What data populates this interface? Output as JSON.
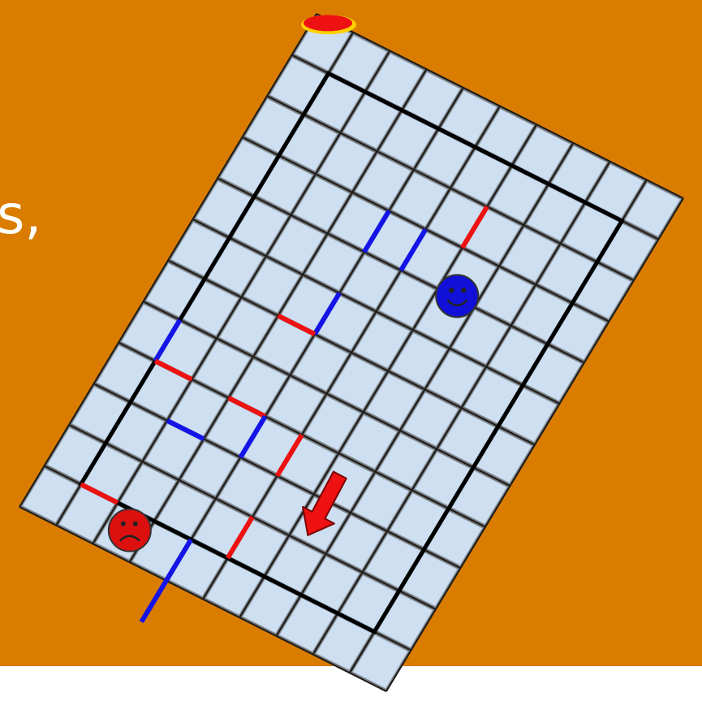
{
  "overlay_text": "s,",
  "board": {
    "columns": 10,
    "rows": 12,
    "cell_color": "#cddff0",
    "grid_line_color": "#1a1a1a",
    "frame_color": "#777777",
    "inner_border_color": "#000000",
    "blue_wall_color": "#1414e6",
    "red_wall_color": "#ee1111"
  },
  "pieces": {
    "player": {
      "kind": "blue-smiley-face",
      "color": "#1010d8"
    },
    "enemy": {
      "kind": "red-frowny-face",
      "color": "#dd1010"
    },
    "arrow": {
      "kind": "down-left-arrow",
      "color": "#ee1111"
    },
    "corner_flame": {
      "kind": "flame-icon",
      "color": "#ee1111"
    }
  },
  "colors": {
    "background": "#d97c00",
    "bottom_strip": "#ffffff"
  }
}
